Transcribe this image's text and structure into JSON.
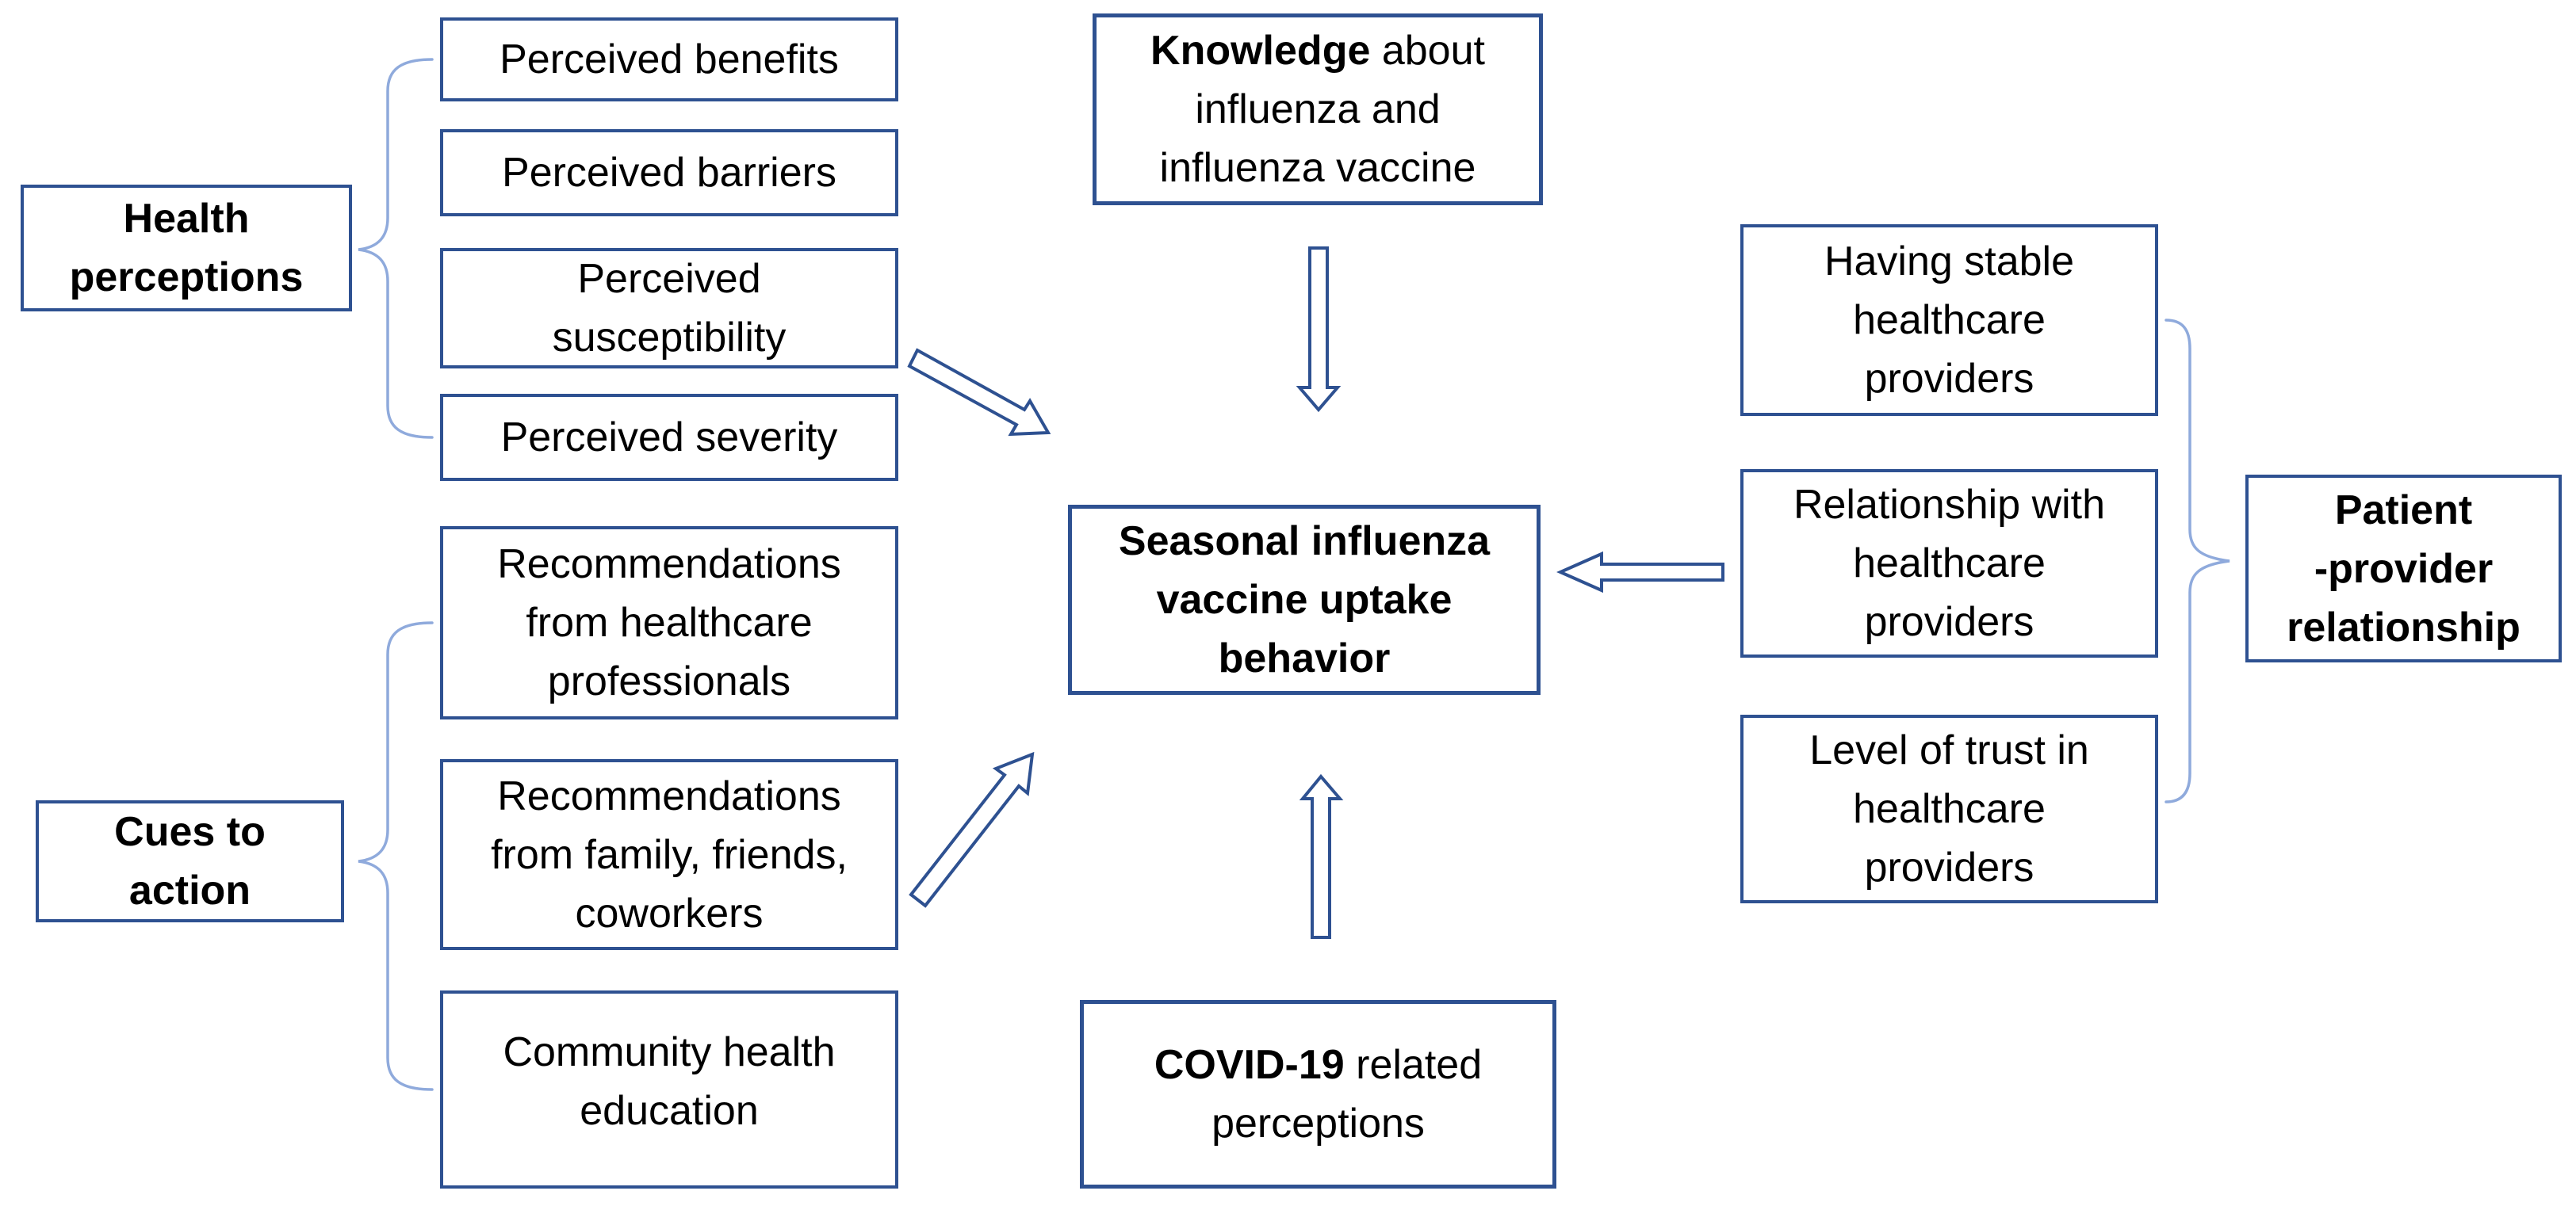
{
  "colors": {
    "box_border": "#2e5191",
    "arrow_outline": "#2e5191",
    "brace": "#8faadc",
    "text": "#000000",
    "background": "#ffffff"
  },
  "boxes": {
    "health_perceptions": {
      "l1": "Health",
      "l2": "perceptions"
    },
    "perceived_benefits": {
      "l1": "Perceived benefits"
    },
    "perceived_barriers": {
      "l1": "Perceived barriers"
    },
    "perceived_susceptibility": {
      "l1": "Perceived",
      "l2": "susceptibility"
    },
    "perceived_severity": {
      "l1": "Perceived severity"
    },
    "cues_to_action": {
      "l1": "Cues to",
      "l2": "action"
    },
    "rec_professionals": {
      "l1": "Recommendations",
      "l2": "from healthcare",
      "l3": "professionals"
    },
    "rec_family": {
      "l1": "Recommendations",
      "l2": "from family, friends,",
      "l3": "coworkers"
    },
    "community_education": {
      "l1": "Community health",
      "l2": "education"
    },
    "knowledge": {
      "bold": "Knowledge",
      "l1rest": " about",
      "l2": "influenza and",
      "l3": "influenza vaccine"
    },
    "outcome": {
      "l1": "Seasonal influenza",
      "l2": "vaccine uptake",
      "l3": "behavior"
    },
    "covid": {
      "bold": "COVID-19",
      "l1rest": " related",
      "l2": "perceptions"
    },
    "having_stable": {
      "l1": "Having stable",
      "l2": "healthcare",
      "l3": "providers"
    },
    "relationship": {
      "l1": "Relationship with",
      "l2": "healthcare",
      "l3": "providers"
    },
    "trust": {
      "l1": "Level of trust in",
      "l2": "healthcare",
      "l3": "providers"
    },
    "patient_provider": {
      "l1": "Patient",
      "l2": "-provider",
      "l3": "relationship"
    }
  }
}
